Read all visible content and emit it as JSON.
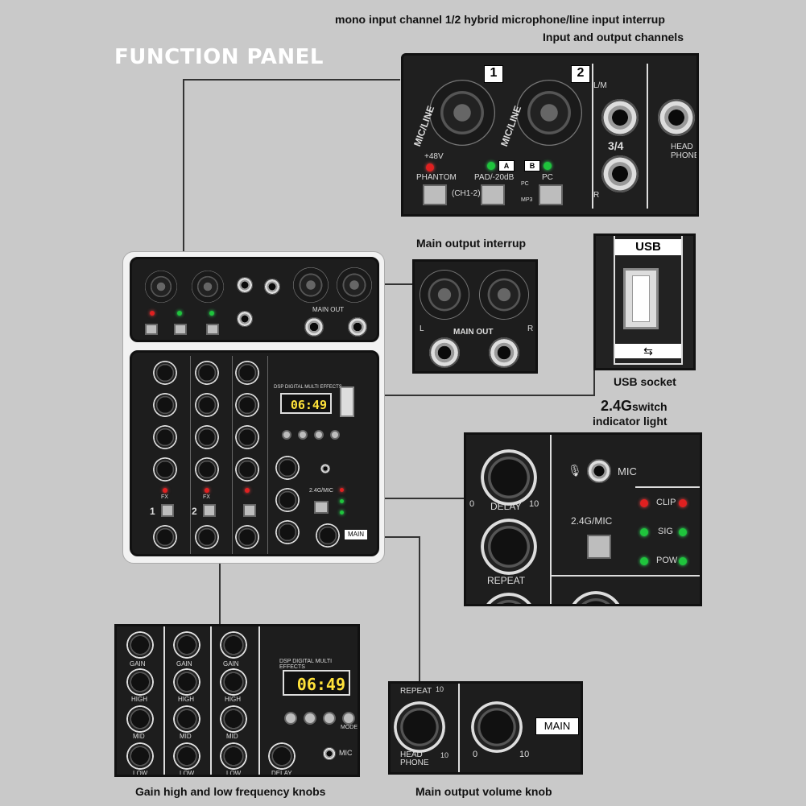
{
  "header": {
    "line1": "mono input channel 1/2 hybrid microphone/line input interrup",
    "line2": "Input and output channels",
    "title": "FUNCTION PANEL"
  },
  "input_panel": {
    "ch1": "1",
    "ch2": "2",
    "mic_line": "MIC/LINE",
    "phantom_voltage": "+48V",
    "phantom": "PHANTOM",
    "ch_range": "(CH1-2)",
    "a": "A",
    "b": "B",
    "pad": "PAD/-20dB",
    "pc": "PC",
    "pc_small": "PC",
    "mp3": "MP3",
    "lm": "L/M",
    "r": "R",
    "ch34": "3/4",
    "headphone": "HEAD PHONE"
  },
  "main_out_panel": {
    "caption": "Main output interrup",
    "label": "MAIN OUT",
    "l": "L",
    "r": "R"
  },
  "usb_panel": {
    "label": "USB",
    "caption": "USB socket"
  },
  "switch_panel": {
    "caption_big": "2.4G",
    "caption_rest": "switch",
    "caption_line2": "indicator light",
    "delay": "DELAY",
    "repeat": "REPEAT",
    "zero": "0",
    "ten": "10",
    "mic": "MIC",
    "button": "2.4G/MIC",
    "clip": "CLIP",
    "sig": "SIG",
    "pow": "POW"
  },
  "knob_panel": {
    "caption": "Gain high and low frequency knobs",
    "dsp": "DSP DIGITAL MULTI EFFECTS",
    "time": "06:49",
    "gain": "GAIN",
    "high": "HIGH",
    "mid": "MID",
    "low": "LOW",
    "delay": "DELAY",
    "mic": "MIC",
    "mode": "MODE"
  },
  "volume_panel": {
    "caption": "Main output volume knob",
    "repeat": "REPEAT",
    "head_phone": "HEAD PHONE",
    "zero": "0",
    "ten": "10",
    "main": "MAIN"
  },
  "mixer": {
    "main_out": "MAIN OUT",
    "main": "MAIN",
    "dsp": "DSP DIGITAL MULTI EFFECTS",
    "time": "06:49",
    "fx": "FX",
    "ch1": "1",
    "ch2": "2",
    "switch": "2.4G/MIC"
  }
}
